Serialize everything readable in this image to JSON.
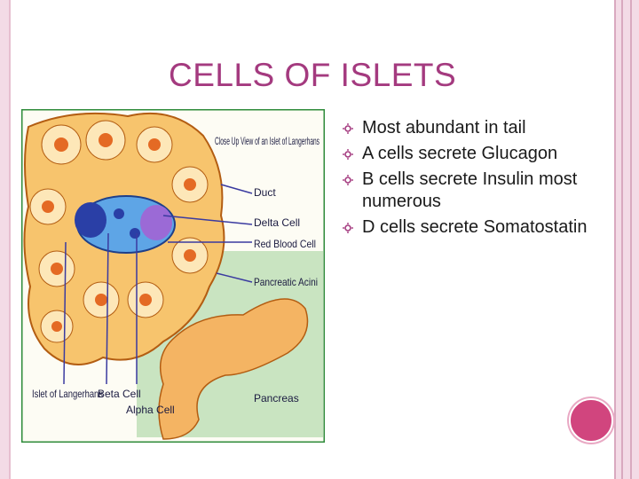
{
  "slide": {
    "title": "CELLS OF ISLETS",
    "bullets": [
      {
        "text": "Most abundant in tail"
      },
      {
        "text": "A cells  secrete Glucagon"
      },
      {
        "text": "B cells secrete Insulin most numerous"
      },
      {
        "text": "D cells secrete Somatostatin"
      }
    ]
  },
  "figure": {
    "labels": {
      "close_up": "Close Up View of an Islet of Langerhans",
      "duct": "Duct",
      "delta_cell": "Delta Cell",
      "red_blood_cell": "Red Blood Cell",
      "pancreatic_acini": "Pancreatic Acini",
      "islet_of_langerhans": "Islet of Langerhans",
      "beta_cell": "Beta Cell",
      "alpha_cell": "Alpha Cell",
      "pancreas": "Pancreas"
    }
  },
  "colors": {
    "title": "#a43a7f",
    "accent": "#d1457e",
    "frame": "#f3dbe6",
    "bullet_icon": "#a43a7f"
  },
  "icons": {
    "bullet": "sun-bullet-icon"
  }
}
